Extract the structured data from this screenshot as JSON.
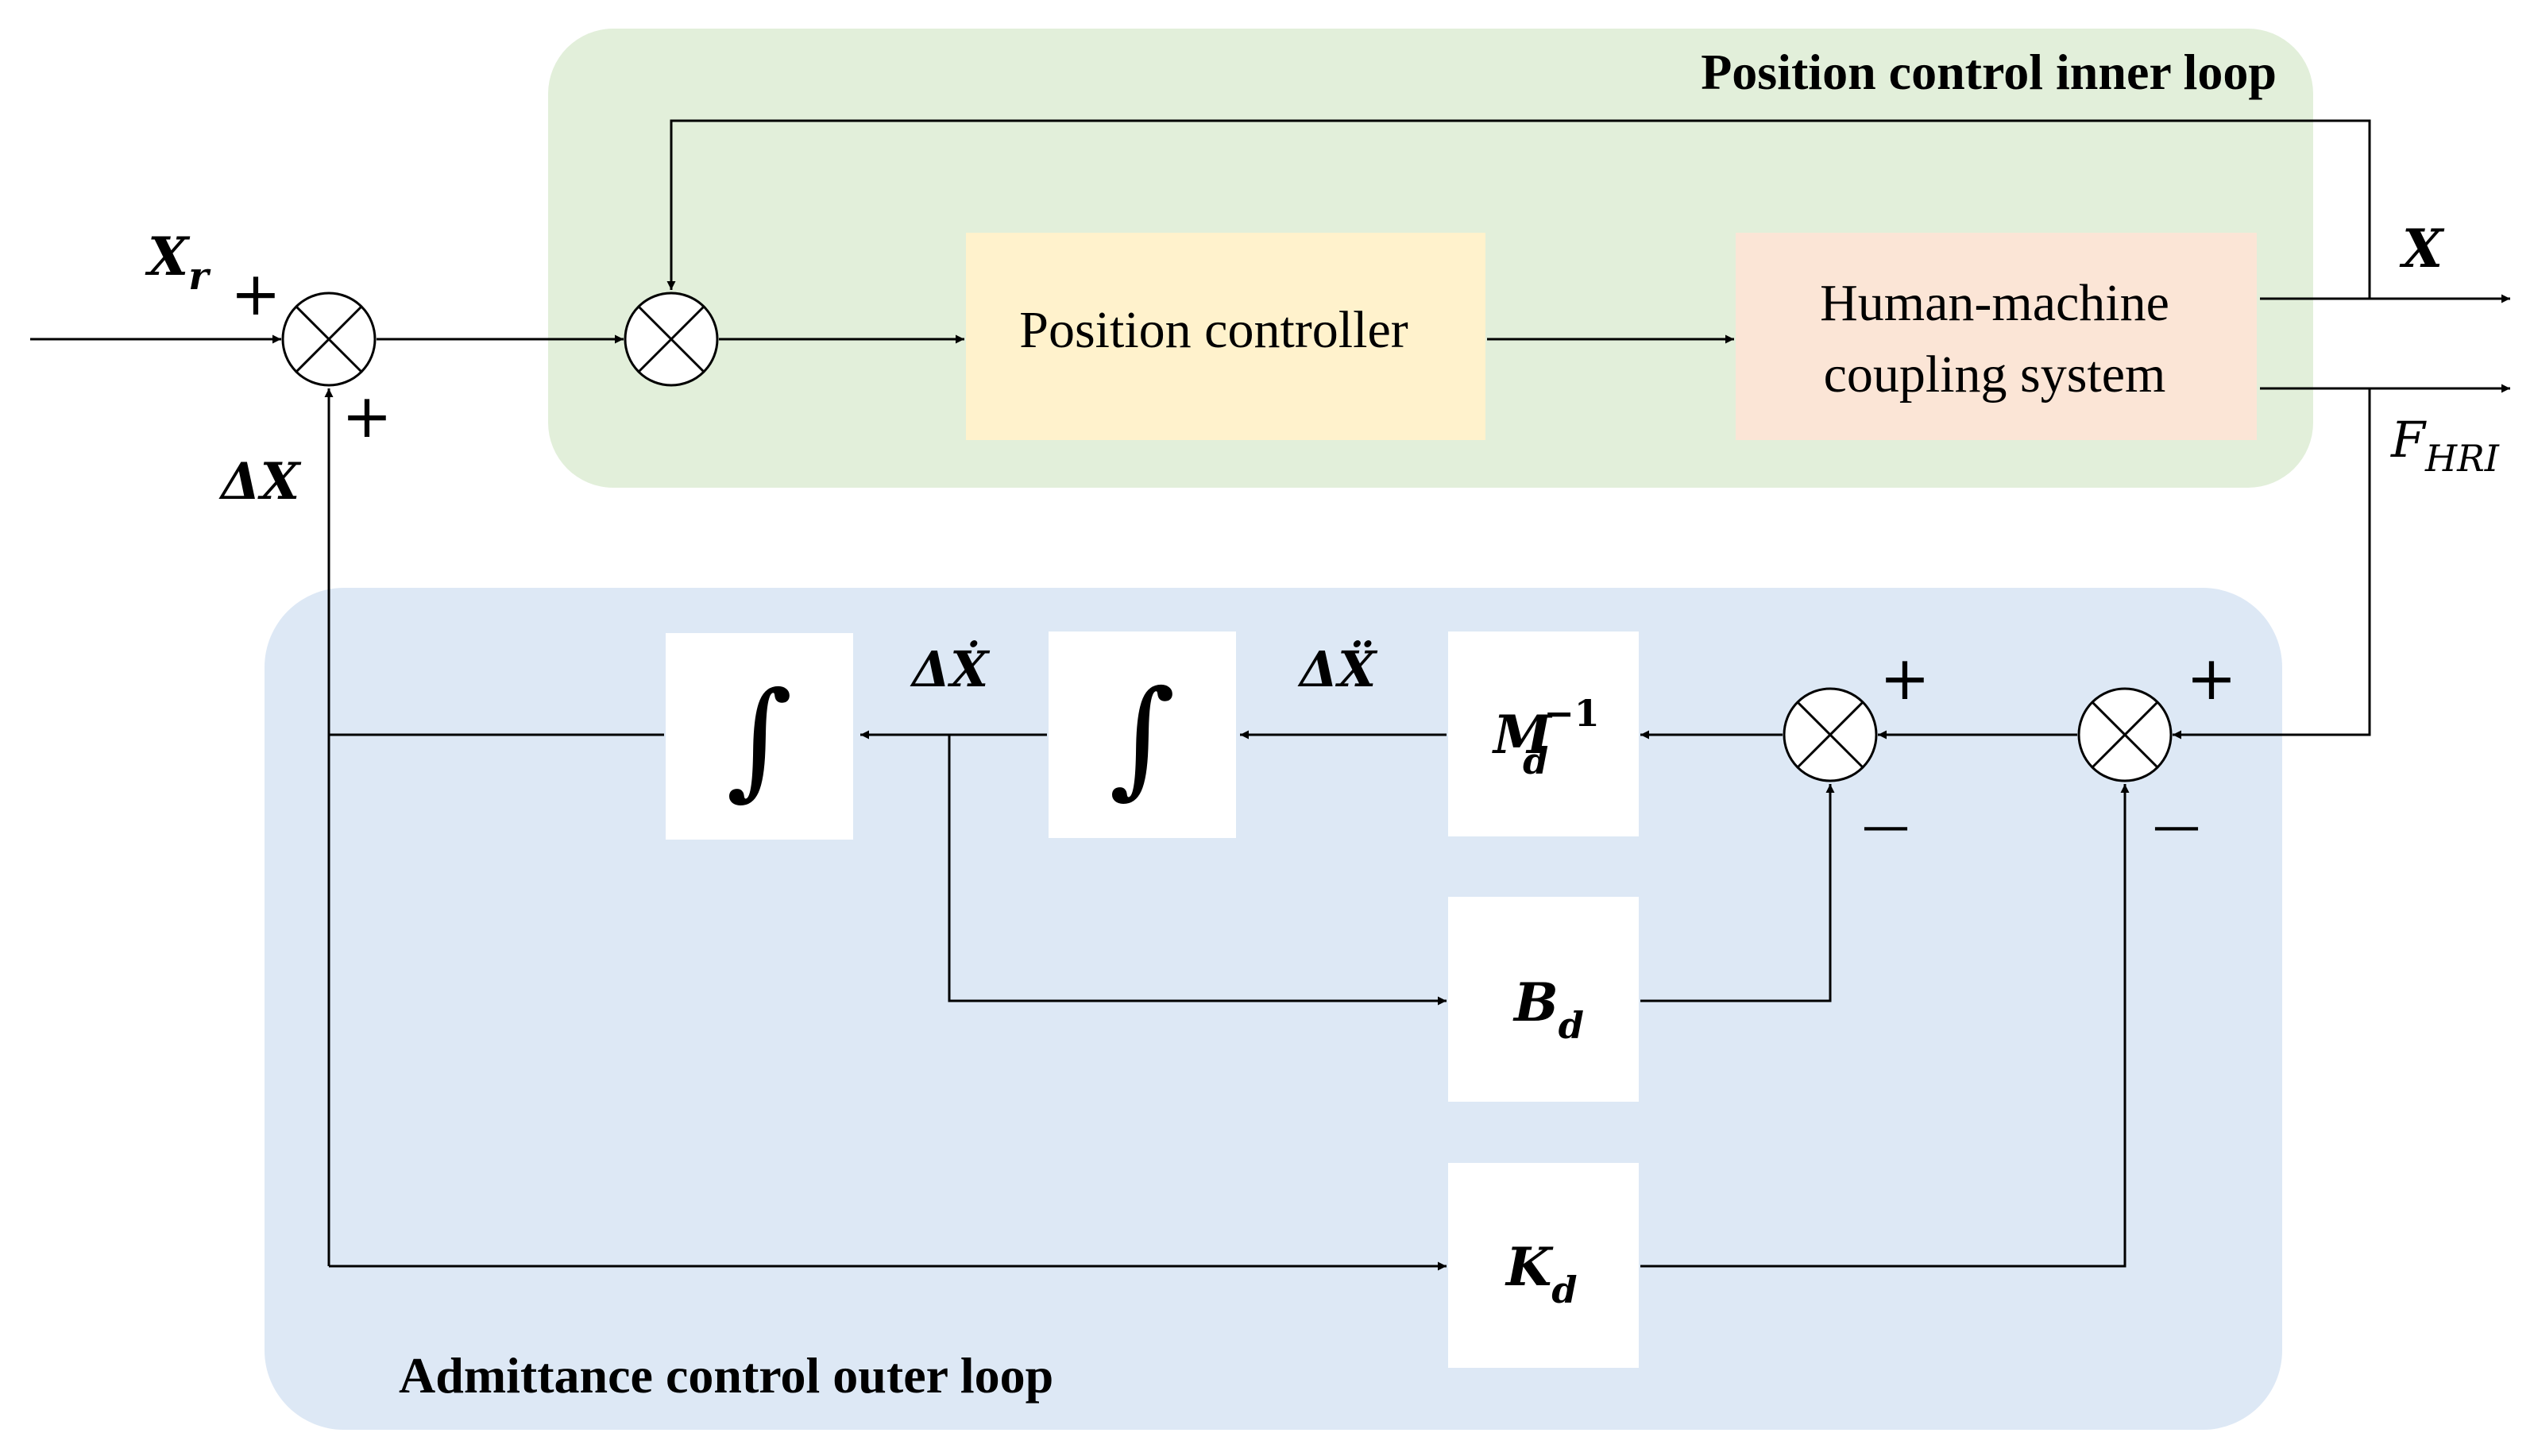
{
  "regions": {
    "inner_loop_title": "Position control inner loop",
    "outer_loop_title": "Admittance control outer loop"
  },
  "blocks": {
    "position_controller": "Position controller",
    "hmcs_line1": "Human-machine",
    "hmcs_line2": "coupling system",
    "integrator_glyph": "∫",
    "inv_mass": {
      "base": "M",
      "sub": "d",
      "sup": "−1"
    },
    "damping": {
      "base": "B",
      "sub": "d"
    },
    "stiffness": {
      "base": "K",
      "sub": "d"
    }
  },
  "signals": {
    "reference": {
      "base": "X",
      "sub": "r"
    },
    "delta_x": "ΔX",
    "delta_x_dot": "ΔẊ",
    "delta_x_ddot": "ΔẌ",
    "output_x": "X",
    "force": {
      "base": "F",
      "sub": "HRI"
    }
  },
  "signs": {
    "plus": "+",
    "minus": "—"
  },
  "colors": {
    "inner_loop_bg": "#e2efda",
    "outer_loop_bg": "#dde8f5",
    "position_controller_bg": "#fff2cc",
    "hmcs_bg": "#fbe5d6",
    "block_bg": "#ffffff",
    "line": "#000000"
  }
}
